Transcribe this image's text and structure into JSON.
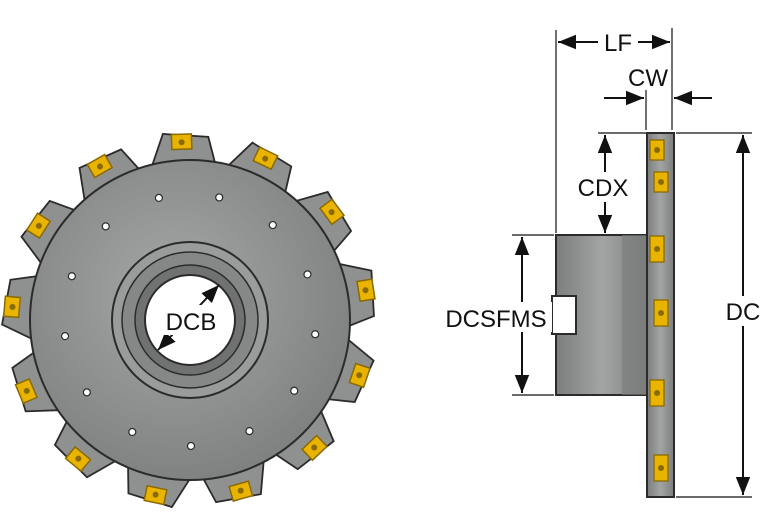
{
  "labels": {
    "dcb": "DCB",
    "lf": "LF",
    "cw": "CW",
    "cdx": "CDX",
    "dcsfms": "DCSFMS",
    "dc": "DC"
  },
  "colors": {
    "body": "#8f9191",
    "body_dark": "#6f7171",
    "body_light": "#a9abab",
    "outline": "#2b2b2b",
    "insert": "#e8b400",
    "insert_dark": "#8a6a00",
    "dimension": "#111111"
  },
  "cutter": {
    "tooth_count": 13
  }
}
